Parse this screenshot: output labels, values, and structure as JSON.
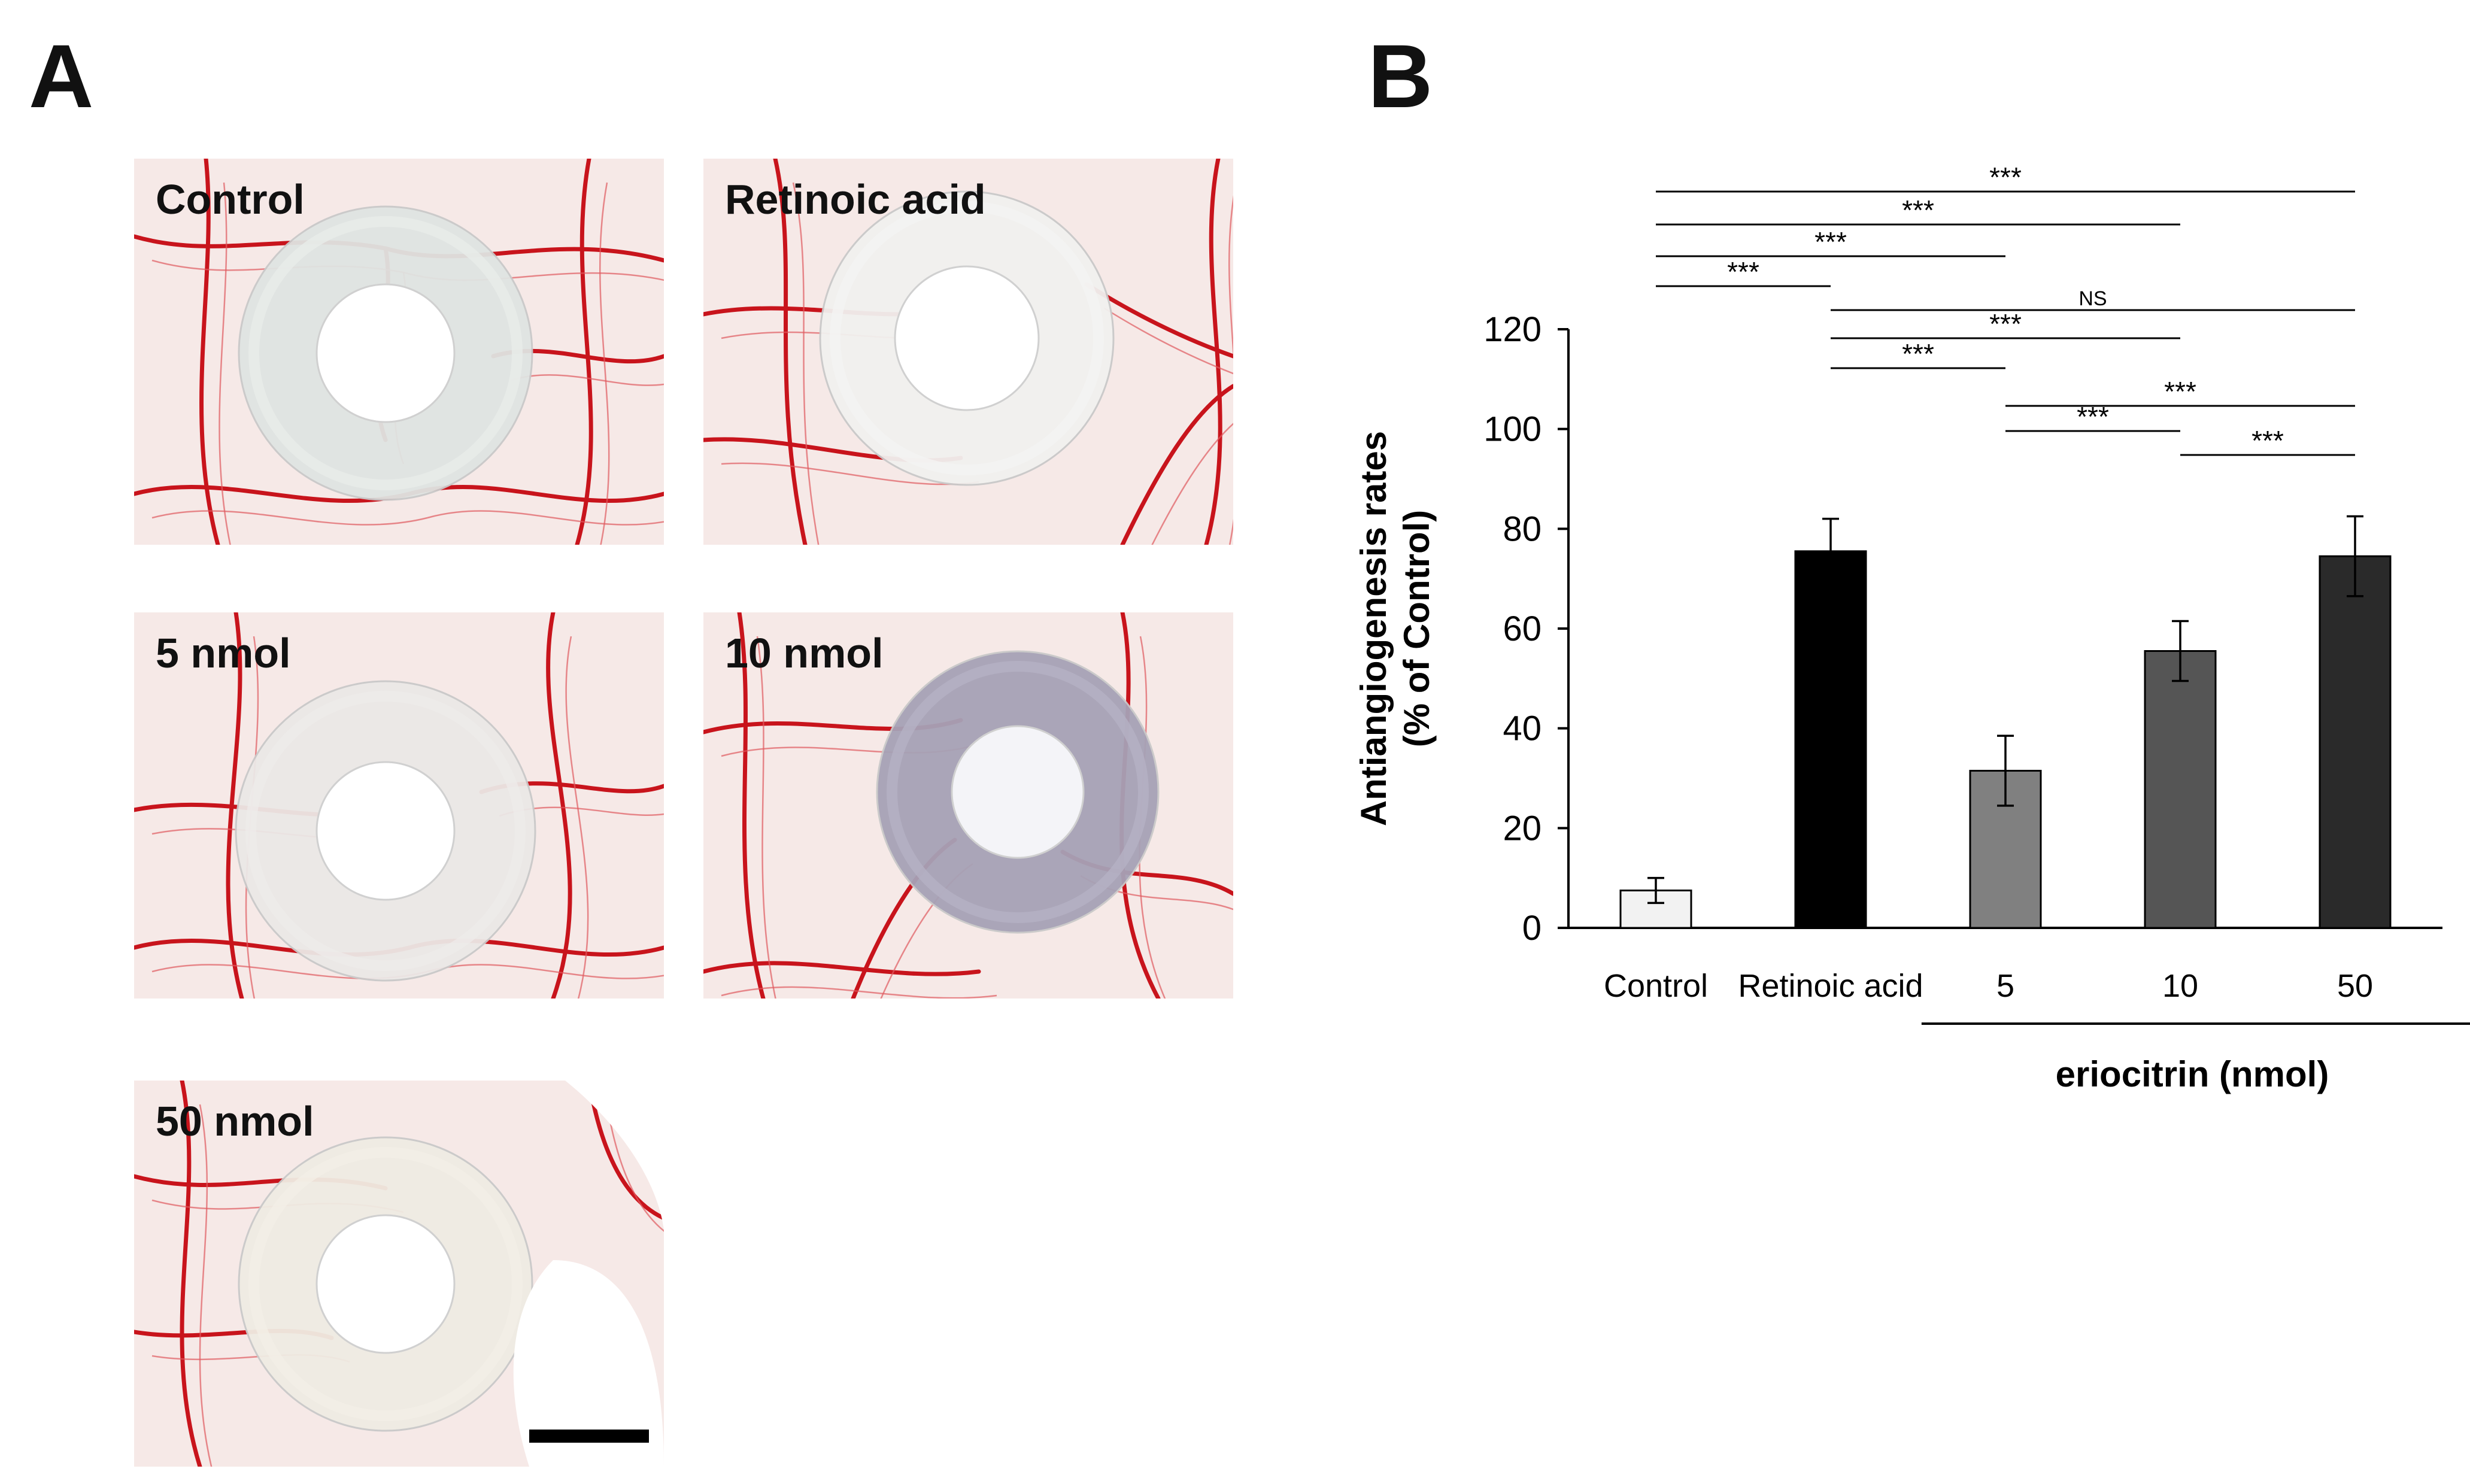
{
  "panels": {
    "a_letter": "A",
    "b_letter": "B"
  },
  "photos": [
    {
      "label": "Control",
      "tint": "#dfe4e2",
      "ring": "#e9ecea",
      "center": "#ffffff"
    },
    {
      "label": "Retinoic acid",
      "tint": "#f1f1ef",
      "ring": "#f4f4f2",
      "center": "#ffffff"
    },
    {
      "label": "5 nmol",
      "tint": "#ebe8e6",
      "ring": "#eeebea",
      "center": "#ffffff"
    },
    {
      "label": "10 nmol",
      "tint": "#a6a2b6",
      "ring": "#b5b1c4",
      "center": "#f4f4f8"
    },
    {
      "label": "50 nmol",
      "tint": "#efece3",
      "ring": "#f2efe6",
      "center": "#ffffff"
    }
  ],
  "colors": {
    "vessel": "#c8141c",
    "membrane": "#f6e9e7",
    "scale_bar": "#000000"
  },
  "chart_data": {
    "type": "bar",
    "categories": [
      "Control",
      "Retinoic acid",
      "5",
      "10",
      "50"
    ],
    "values": [
      7.5,
      75.5,
      31.5,
      55.5,
      74.5
    ],
    "errors": [
      2.5,
      6.5,
      7.0,
      6.0,
      8.0
    ],
    "bar_colors": [
      "#f2f2f2",
      "#000000",
      "#808080",
      "#555555",
      "#2a2a2a"
    ],
    "ylabel_line1": "Antiangiogenesis rates",
    "ylabel_line2": "(% of Control)",
    "ylim": [
      0,
      120
    ],
    "yticks": [
      0,
      20,
      40,
      60,
      80,
      100,
      120
    ],
    "group_label": "eriocitrin  (nmol)",
    "group_categories": [
      "5",
      "10",
      "50"
    ],
    "grid": false,
    "significance": [
      {
        "from": "Control",
        "to": "50",
        "label": "***"
      },
      {
        "from": "Control",
        "to": "10",
        "label": "***"
      },
      {
        "from": "Control",
        "to": "5",
        "label": "***"
      },
      {
        "from": "Control",
        "to": "Retinoic acid",
        "label": "***"
      },
      {
        "from": "Retinoic acid",
        "to": "50",
        "label": "NS"
      },
      {
        "from": "Retinoic acid",
        "to": "10",
        "label": "***"
      },
      {
        "from": "Retinoic acid",
        "to": "5",
        "label": "***"
      },
      {
        "from": "5",
        "to": "50",
        "label": "***"
      },
      {
        "from": "5",
        "to": "10",
        "label": "***"
      },
      {
        "from": "10",
        "to": "50",
        "label": "***"
      }
    ]
  }
}
